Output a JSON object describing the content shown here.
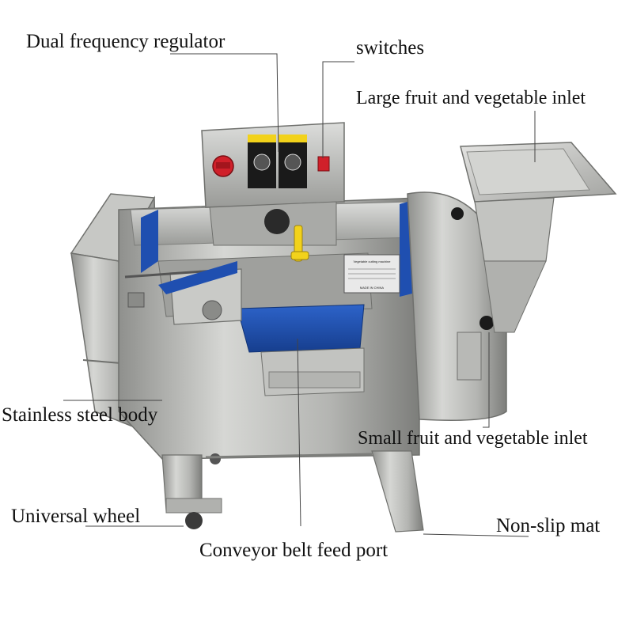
{
  "callouts": {
    "dual_frequency_regulator": "Dual frequency regulator",
    "switches": "switches",
    "large_inlet": "Large fruit and vegetable inlet",
    "stainless_body": "Stainless steel body",
    "small_inlet": "Small fruit and vegetable inlet",
    "universal_wheel": "Universal wheel",
    "non_slip_mat": "Non-slip mat",
    "conveyor_feed_port": "Conveyor belt feed port"
  },
  "nameplate": {
    "brand_line": "Vegetable cutting machine",
    "footer": "MADE IN CHINA"
  },
  "colors": {
    "steel_light": "#d8d8d6",
    "steel_mid": "#a9aaa7",
    "steel_dark": "#6f706d",
    "belt_blue": "#1f4fb0",
    "handle_yellow": "#f2d21b",
    "switch_red": "#d0202a",
    "knob_black": "#1a1a1a",
    "leader_line": "#444444"
  }
}
